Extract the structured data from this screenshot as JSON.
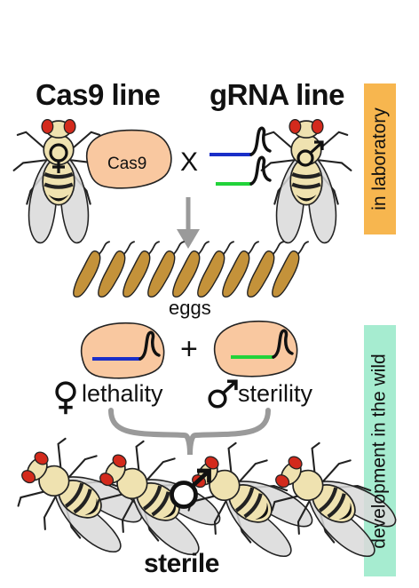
{
  "labels": {
    "cas9_line": "Cas9 line",
    "grna_line": "gRNA line",
    "cas9_protein": "Cas9",
    "cross": "X",
    "eggs": "eggs",
    "plus": "+",
    "lethality": "lethality",
    "sterility": "sterility",
    "sterile": "sterile"
  },
  "side_labels": {
    "laboratory": "in laboratory",
    "wild": "development in the wild"
  },
  "colors": {
    "lab_box": "#f7b64f",
    "wild_box": "#a6ecd0",
    "cas9_protein": "#f9c8a0",
    "egg": "#c4923a",
    "grna_blue": "#1a2ec8",
    "grna_green": "#22d33a",
    "arrow_gray": "#9a9a9a",
    "fly_body": "#efe2b0",
    "fly_eye": "#d32a1c"
  },
  "icons": [
    "female-symbol-icon",
    "male-symbol-icon",
    "fly-icon",
    "egg-icon",
    "down-arrow-icon",
    "brace-icon"
  ]
}
